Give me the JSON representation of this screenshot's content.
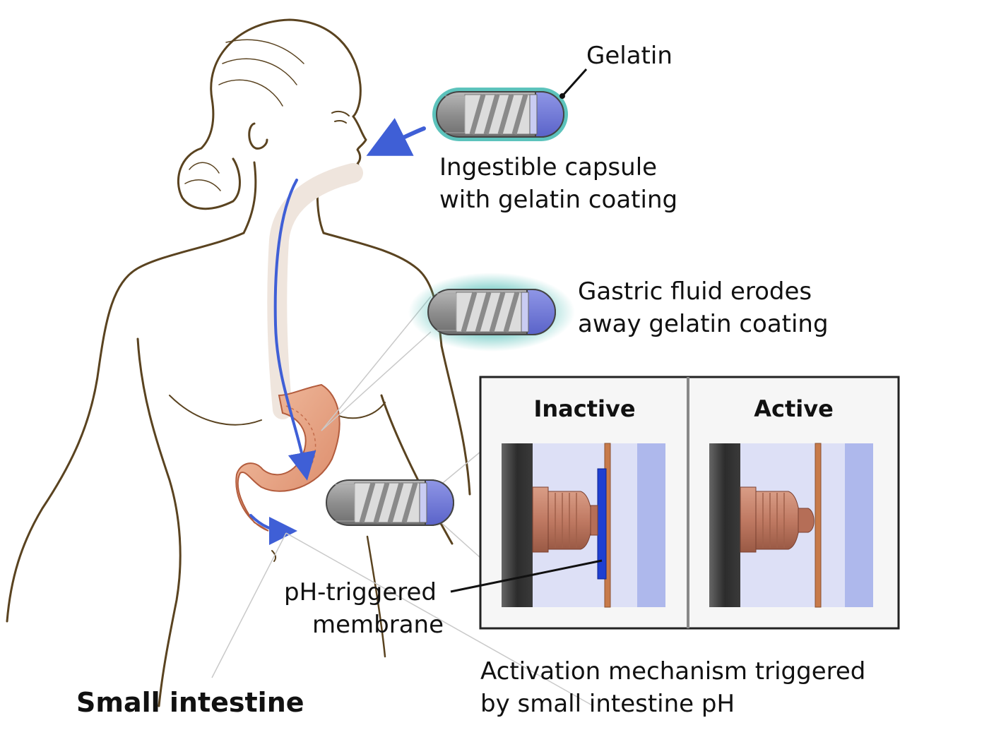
{
  "labels": {
    "gelatin": "Gelatin",
    "capsule_line1": "Ingestible capsule",
    "capsule_line2": "with gelatin coating",
    "gastric_line1": "Gastric fluid erodes",
    "gastric_line2": "away gelatin coating",
    "ph_line1": "pH-triggered",
    "ph_line2": "membrane",
    "activation_line1": "Activation mechanism triggered",
    "activation_line2": "by small intestine pH",
    "small_intestine": "Small intestine"
  },
  "panels": {
    "inactive": "Inactive",
    "active": "Active"
  },
  "colors": {
    "outline": "#5a4320",
    "arrow": "#3f5fd6",
    "gelatin_glow": "#3fb8b0",
    "capsule_body": "#9a9a9a",
    "capsule_cap": "#6f78d8",
    "stomach": "#e9a584",
    "membrane": "#1f3fd1",
    "piston": "#c9876f",
    "wall_blue": "#9aa6e8"
  },
  "icons": {
    "capsule": "capsule-icon",
    "arrow": "flow-arrow-icon"
  }
}
